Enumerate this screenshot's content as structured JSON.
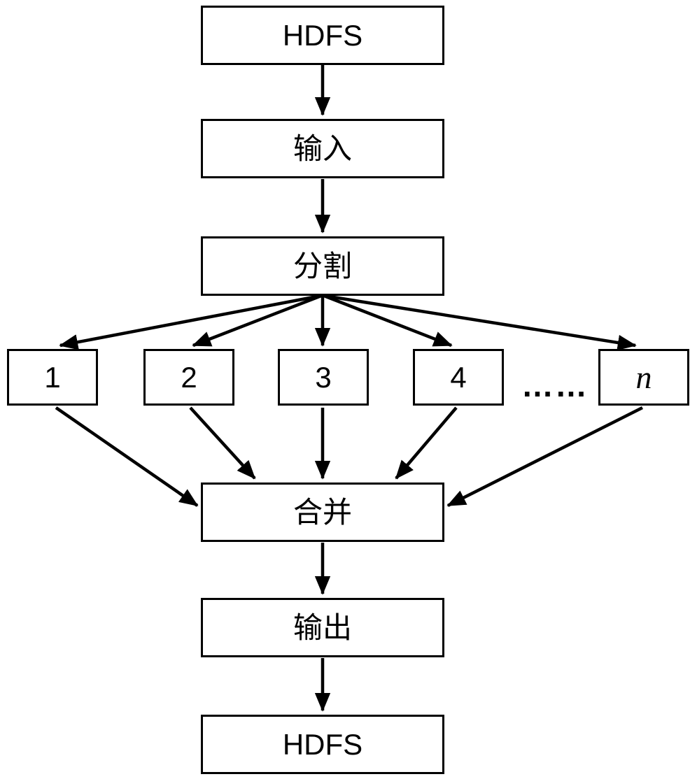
{
  "diagram": {
    "type": "flowchart",
    "description": "Data processing flow from HDFS through input, split into n parallel tasks, merge, output, back to HDFS",
    "nodes": {
      "hdfs_top": "HDFS",
      "input": "输入",
      "split": "分割",
      "task1": "1",
      "task2": "2",
      "task3": "3",
      "task4": "4",
      "taskn": "n",
      "merge": "合并",
      "output": "输出",
      "hdfs_bottom": "HDFS"
    },
    "ellipsis": "……",
    "edges": [
      "HDFS -> 输入",
      "输入 -> 分割",
      "分割 -> 1",
      "分割 -> 2",
      "分割 -> 3",
      "分割 -> 4",
      "分割 -> n",
      "1 -> 合并",
      "2 -> 合并",
      "3 -> 合并",
      "4 -> 合并",
      "n -> 合并",
      "合并 -> 输出",
      "输出 -> HDFS"
    ],
    "colors": {
      "box_border": "#000000",
      "box_fill": "#ffffff",
      "arrow": "#000000",
      "background": "#ffffff",
      "text": "#000000"
    }
  }
}
